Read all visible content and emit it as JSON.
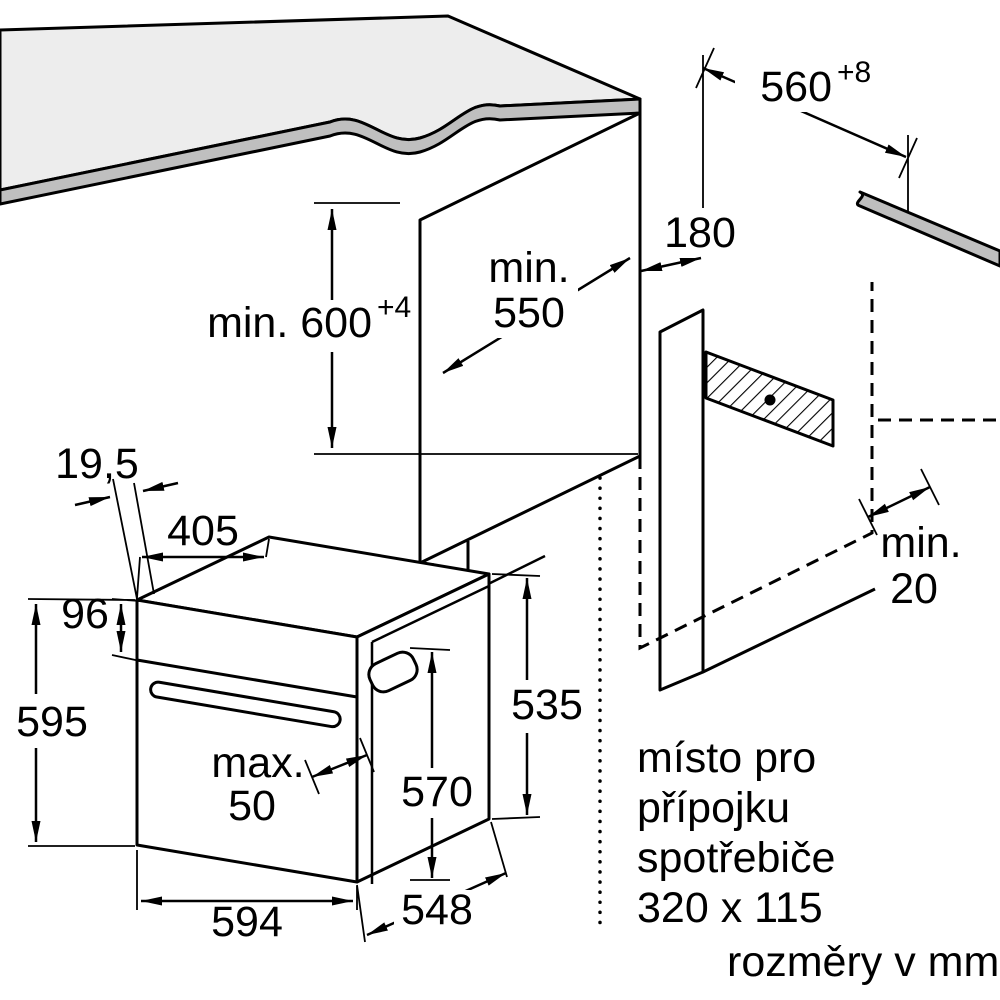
{
  "diagram": {
    "labels": {
      "niche_depth_value": "560",
      "niche_depth_tol": "+8",
      "niche_height_value": "min. 600",
      "niche_height_tol": "+4",
      "cabinet_depth_line1": "min.",
      "cabinet_depth_line2": "550",
      "side_offset": "180",
      "rear_gap_line1": "min.",
      "rear_gap_line2": "20",
      "front_frame": "19,5",
      "top_depth": "405",
      "panel_height": "96",
      "oven_height": "595",
      "handle_line1": "max.",
      "handle_line2": "50",
      "door_height": "570",
      "body_height": "535",
      "oven_width": "594",
      "body_depth": "548"
    },
    "notes": {
      "connection_line1": "místo pro",
      "connection_line2": "přípojku",
      "connection_line3": "spotřebiče",
      "connection_line4": "320 x 115",
      "units": "rozměry v mm"
    },
    "colors": {
      "line": "#000000",
      "surface_top": "#ededed",
      "surface_edge": "#bfbfbf",
      "background": "#ffffff"
    }
  }
}
